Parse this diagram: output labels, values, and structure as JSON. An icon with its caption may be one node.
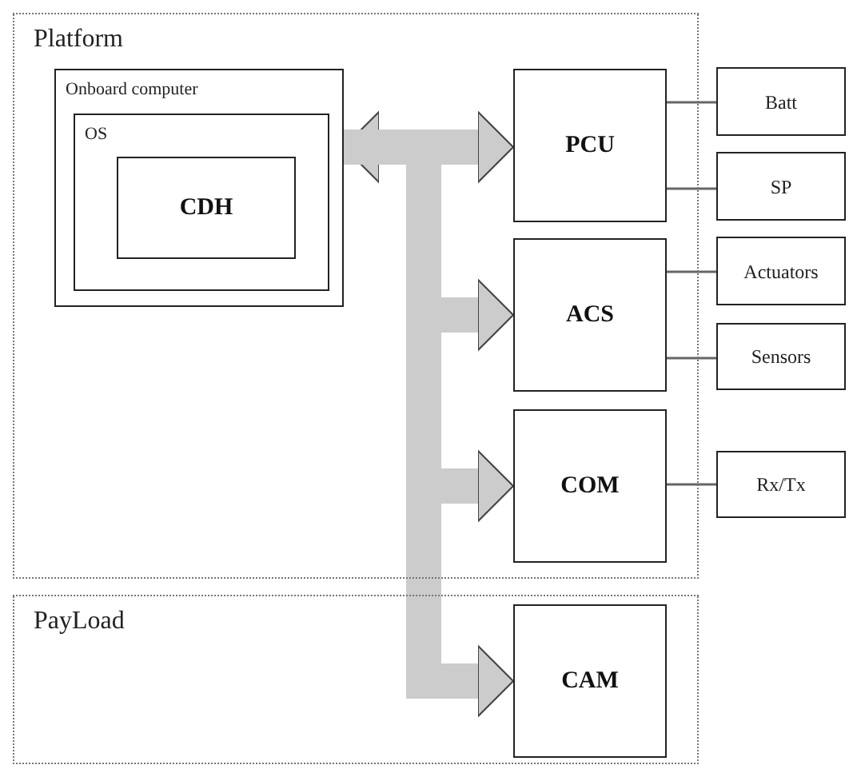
{
  "diagram": {
    "nodes": [
      {
        "text": [
          "Platform"
        ]
      },
      {
        "text": [
          "Onboard computer"
        ],
        "in": 0
      },
      {
        "text": [
          "OS"
        ],
        "in": 1
      },
      {
        "text": [
          "CDH"
        ],
        "in": 2
      },
      {
        "text": [
          "PCU"
        ],
        "in": 0
      },
      {
        "text": [
          "ACS"
        ],
        "in": 0
      },
      {
        "text": [
          "COM"
        ],
        "in": 0
      },
      {
        "text": [
          "Batt"
        ]
      },
      {
        "text": [
          "SP"
        ]
      },
      {
        "text": [
          "Actuators"
        ]
      },
      {
        "text": [
          "Sensors"
        ]
      },
      {
        "text": [
          "Rx/Tx"
        ]
      },
      {
        "text": [
          "PayLoad"
        ]
      },
      {
        "text": [
          "CAM"
        ],
        "in": 12
      }
    ],
    "edges": [
      {
        "from": 1,
        "to": 4,
        "arrow": "both",
        "style": "thick",
        "color": "#cccccc"
      },
      {
        "from": 1,
        "to": 5,
        "arrow": "to",
        "style": "thick",
        "color": "#cccccc"
      },
      {
        "from": 1,
        "to": 6,
        "arrow": "to",
        "style": "thick",
        "color": "#cccccc"
      },
      {
        "from": 1,
        "to": 13,
        "arrow": "to",
        "style": "thick",
        "color": "#cccccc"
      },
      {
        "from": 4,
        "to": 7,
        "arrow": "none"
      },
      {
        "from": 4,
        "to": 8,
        "arrow": "none"
      },
      {
        "from": 5,
        "to": 9,
        "arrow": "none"
      },
      {
        "from": 5,
        "to": 10,
        "arrow": "none"
      },
      {
        "from": 6,
        "to": 11,
        "arrow": "none"
      }
    ]
  }
}
